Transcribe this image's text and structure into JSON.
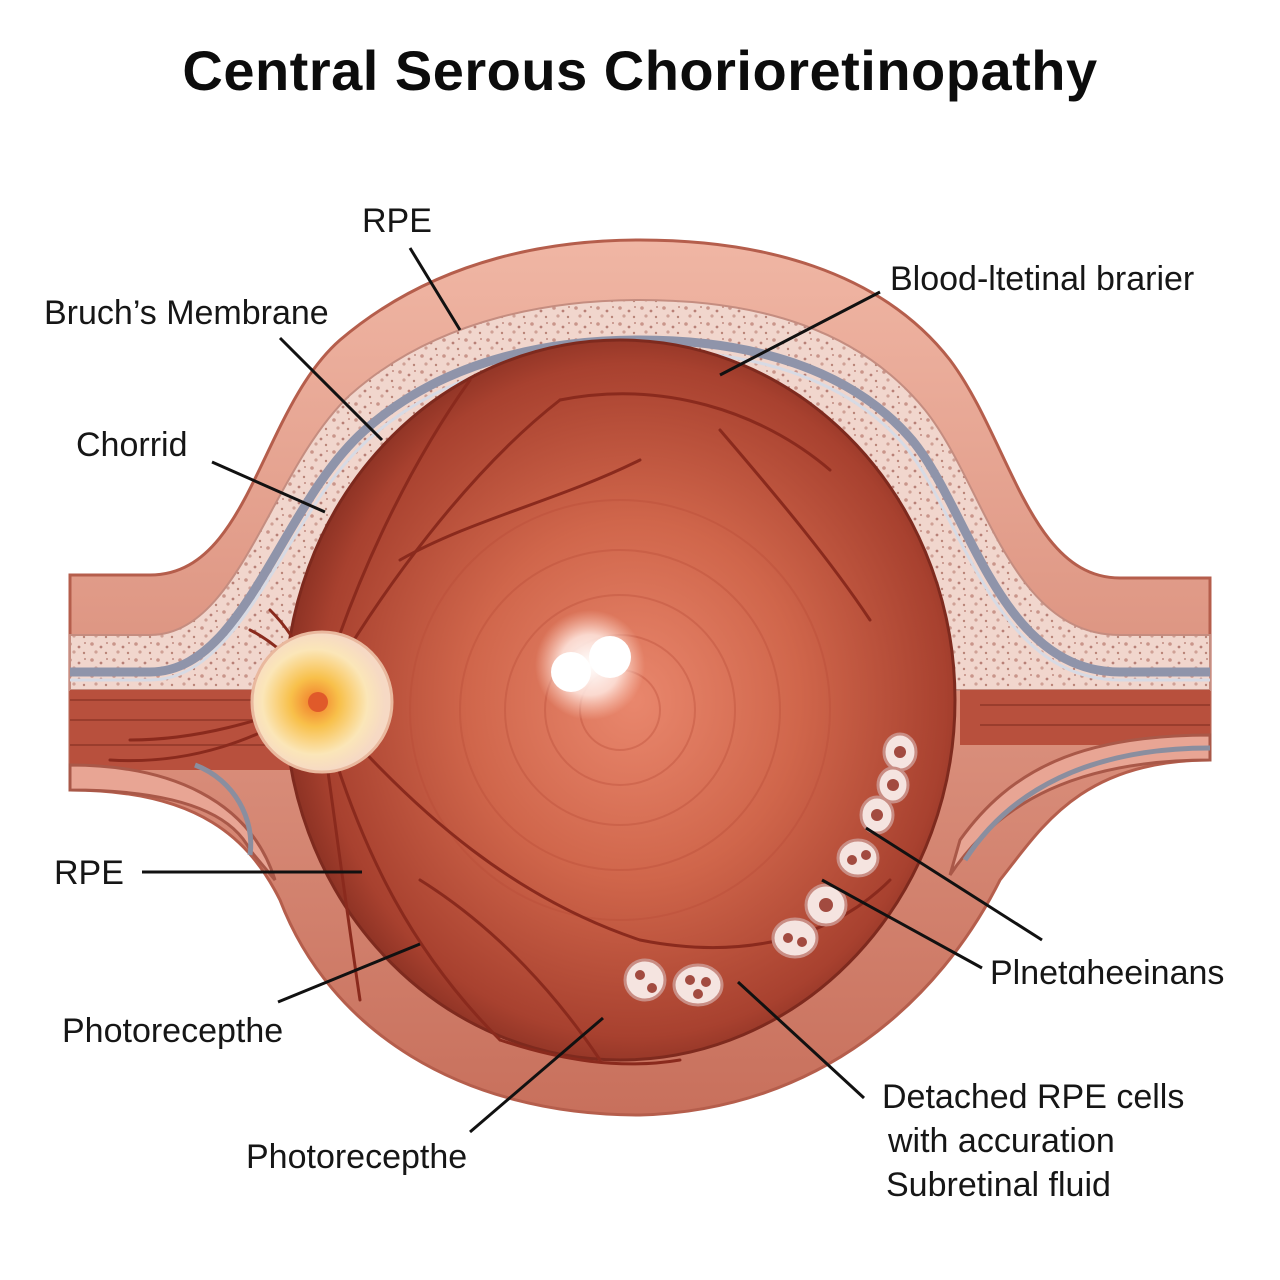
{
  "title": "Central Serous Chorioretinopathy",
  "labels": {
    "rpe_top": "RPE",
    "blood_retinal_barrier": "Blood-ltetinal brarier",
    "bruchs_membrane": "Bruch’s Membrane",
    "choroid": "Chorrid",
    "rpe_left": "RPE",
    "photoreceptor_left": "Photorecepthe",
    "photoreceptor_bottom": "Photorecepthe",
    "pigment_right": "Plnetɑheeinans",
    "detached_line1": "Detached RPE cells",
    "detached_line2": "with accuration",
    "detached_line3": "Subretinal fluid"
  },
  "colors": {
    "outer_tissue": "#e9a898",
    "sclera_band": "#c9725f",
    "speckle_layer": "#efd2c9",
    "bruch_line": "#9fa3b5",
    "fundus": "#c7543e",
    "fundus_dark": "#8f2f22",
    "optic_disc": "#f4b13c",
    "vessel": "#8a2a1d"
  }
}
